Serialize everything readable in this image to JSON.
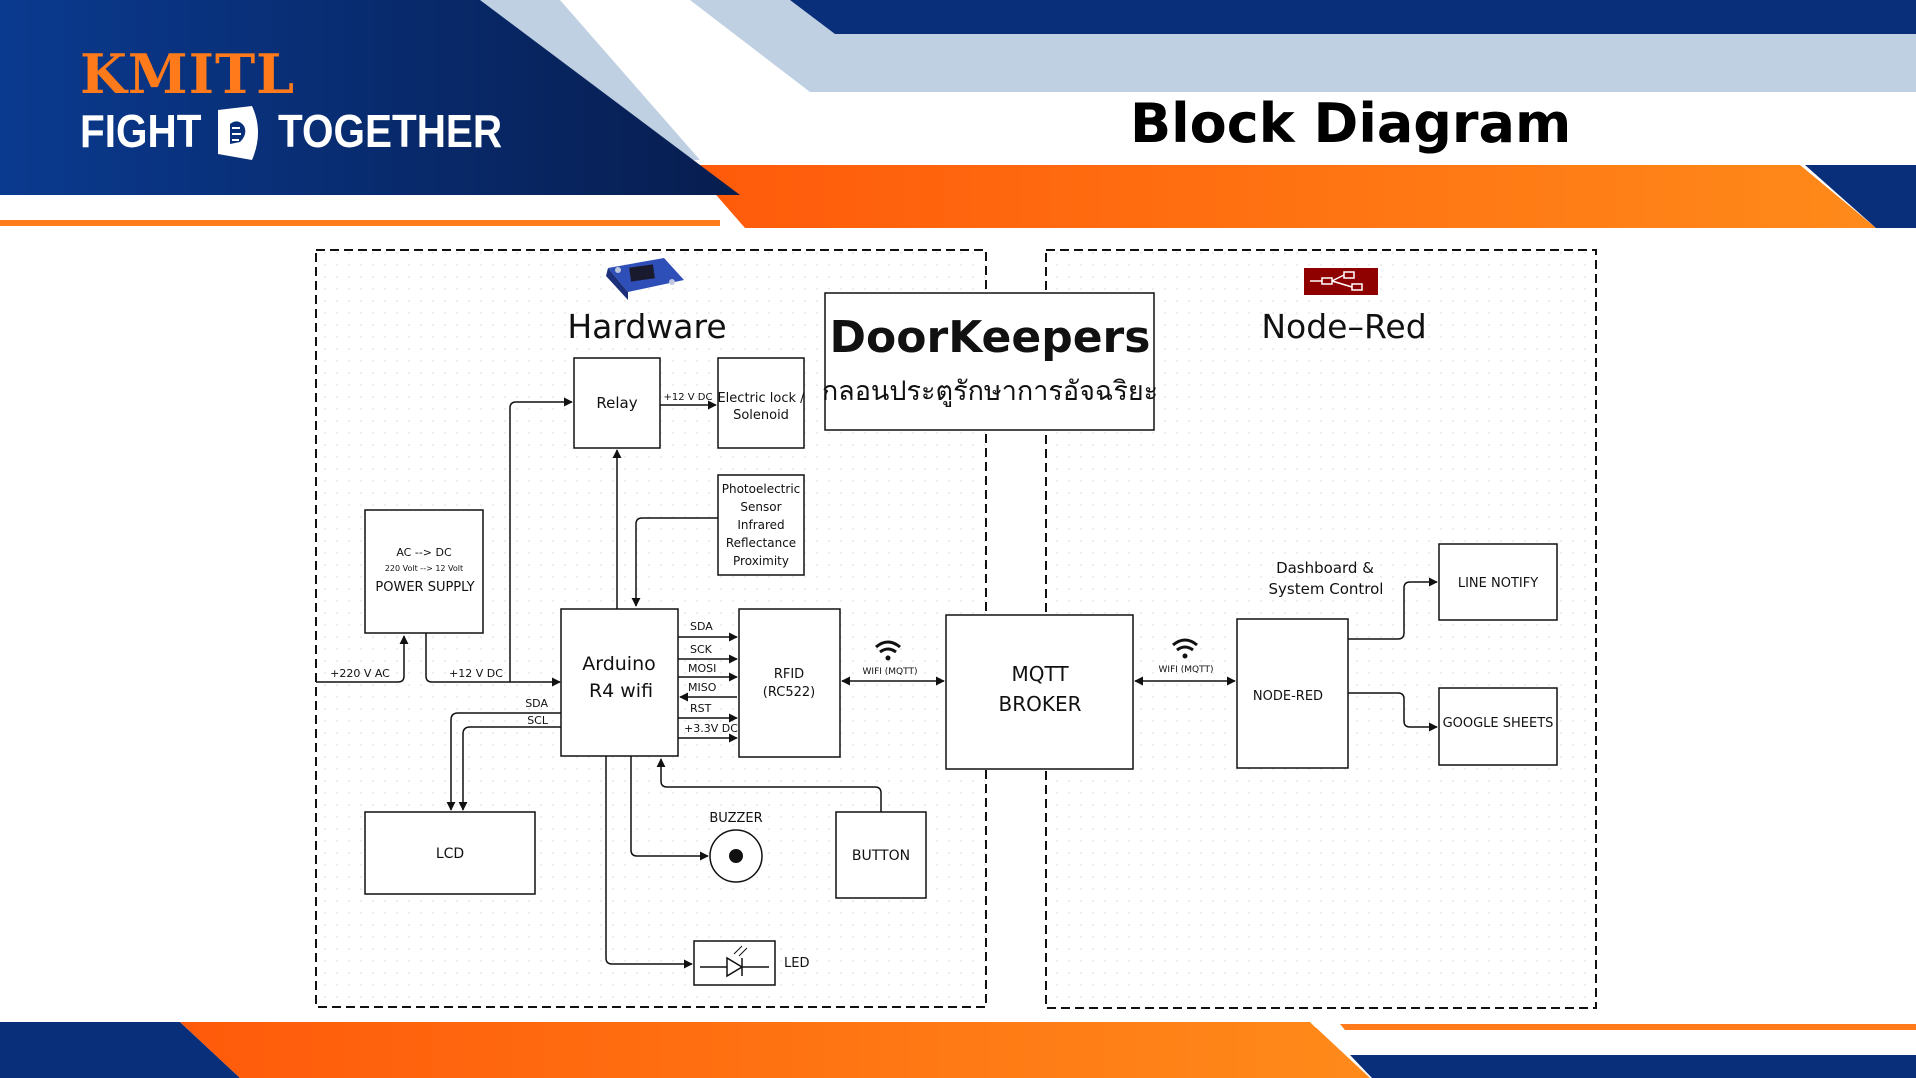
{
  "header": {
    "brand_top": "KMITL",
    "brand_left": "FIGHT",
    "brand_right": "TOGETHER",
    "title": "Block Diagram"
  },
  "colors": {
    "navy": "#0b2a6e",
    "orange": "#ff7a1a",
    "light_blue": "#bfd0e2"
  },
  "diagram": {
    "hardware_title": "Hardware",
    "nodered_title": "Node–Red",
    "project_title": "DoorKeepers",
    "project_subtitle": "กลอนประตูรักษาการอัจฉริยะ",
    "relay": "Relay",
    "lock_line1": "Electric lock /",
    "lock_line2": "Solenoid",
    "v12_relay": "+12 V DC",
    "sensor_lines": [
      "Photoelectric",
      "Sensor",
      "Infrared",
      "Reflectance",
      "Proximity"
    ],
    "psu_line1": "AC --> DC",
    "psu_line2": "220 Volt --> 12 Volt",
    "psu_line3": "POWER SUPPLY",
    "ac_in": "+220 V AC",
    "v12_psu": "+12 V DC",
    "arduino_line1": "Arduino",
    "arduino_line2": "R4 wifi",
    "pins": [
      "SDA",
      "SCK",
      "MOSI",
      "MISO",
      "RST",
      "+3.3V DC"
    ],
    "lcd_sda": "SDA",
    "lcd_scl": "SCL",
    "rfid_line1": "RFID",
    "rfid_line2": "(RC522)",
    "wifi_left": "WIFI (MQTT)",
    "mqtt_line1": "MQTT",
    "mqtt_line2": "BROKER",
    "wifi_right": "WIFI (MQTT)",
    "dashboard_line1": "Dashboard &",
    "dashboard_line2": "System Control",
    "nodered_box": "NODE-RED",
    "line_notify": "LINE NOTIFY",
    "google_sheets": "GOOGLE SHEETS",
    "lcd": "LCD",
    "buzzer": "BUZZER",
    "button": "BUTTON",
    "led": "LED"
  }
}
